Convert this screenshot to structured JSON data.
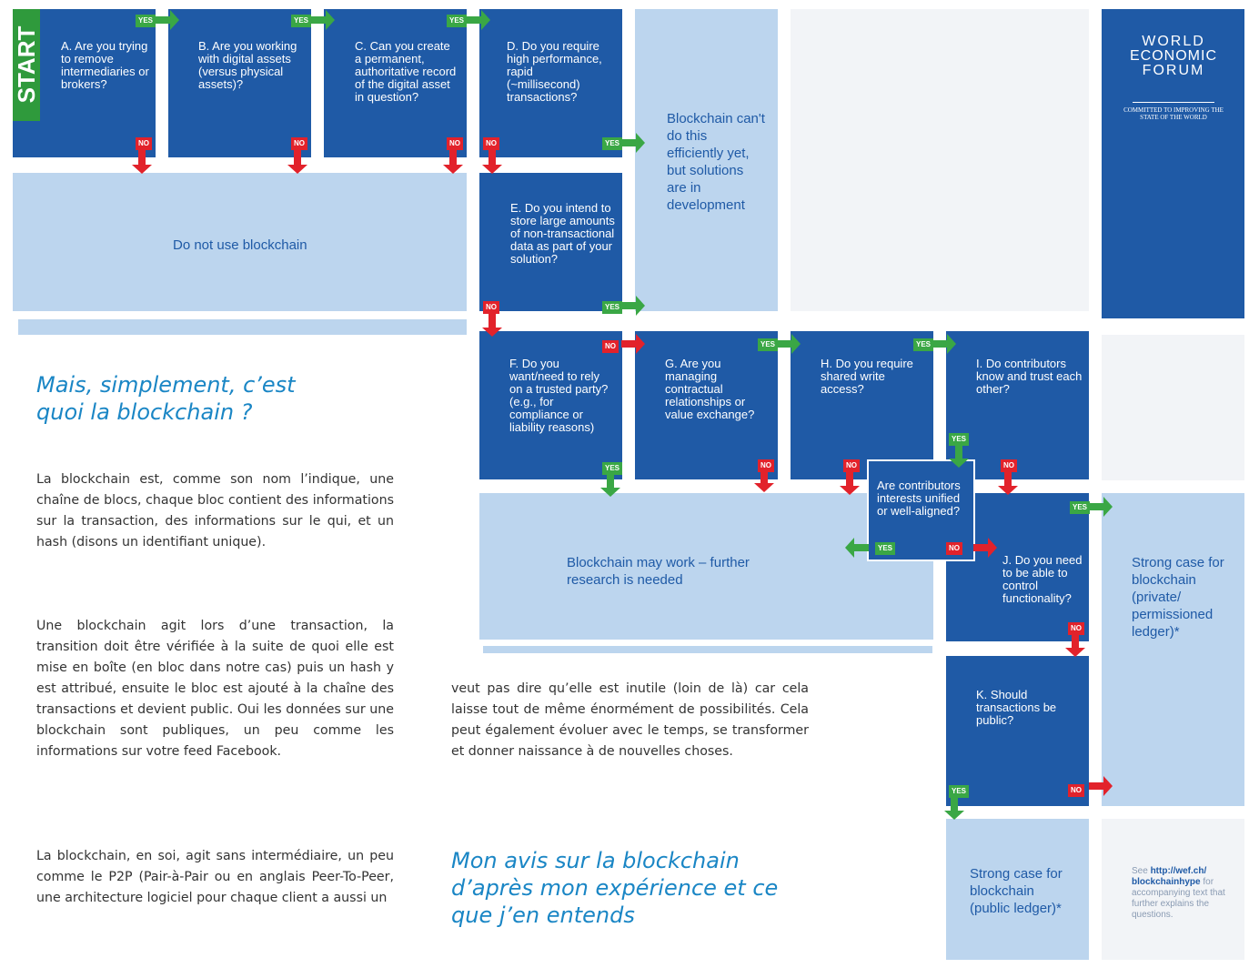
{
  "flowchart": {
    "start_label": "START",
    "yes_label": "YES",
    "no_label": "NO",
    "questions": {
      "A": "A. Are you trying to remove intermediaries or brokers?",
      "B": "B. Are you working with digital assets (versus physical assets)?",
      "C": "C. Can you create a permanent, authoritative record of the digital asset in question?",
      "D": "D. Do you require high performance, rapid (~millisecond) transactions?",
      "E": "E. Do you intend to store large amounts of non-transactional data as part of your solution?",
      "F": "F. Do you want/need to rely on a trusted party? (e.g., for compliance or liability reasons)",
      "G": "G. Are you managing contractual relationships or value exchange?",
      "H": "H. Do you require shared write access?",
      "I": "I. Do contributors know and trust each other?",
      "aligned": "Are contributors interests unified or well-aligned?",
      "J": "J. Do you need to be able to control functionality?",
      "K": "K. Should transactions be public?"
    },
    "results": {
      "do_not_use": "Do not use blockchain",
      "cant_do": "Blockchain can't do this efficiently yet, but solutions are in development",
      "may_work": "Blockchain may work – further research is needed",
      "private": "Strong case for blockchain (private/ permissioned ledger)*",
      "public": "Strong case for blockchain (public ledger)*"
    },
    "footnote": {
      "prefix": "See ",
      "link": "http://wef.ch/ blockchainhype",
      "suffix": " for accompanying text that further explains the questions."
    },
    "logo": {
      "line1": "WORLD",
      "line2": "ECONOMIC",
      "line3": "FORUM",
      "tagline": "COMMITTED TO IMPROVING THE STATE OF THE WORLD"
    },
    "colors": {
      "dark_blue": "#1f5aa6",
      "light_blue": "#bcd5ee",
      "yes_green": "#3aa745",
      "no_red": "#e2222b",
      "start_green": "#2f9a3c"
    }
  },
  "article": {
    "heading1": "Mais, simplement, c’est quoi la blockchain ?",
    "para1": "La blockchain est, comme son nom l’indique, une chaîne de blocs, chaque bloc contient des informations sur la transaction, des informations sur le qui, et un hash (disons un identifiant unique).",
    "para2": "Une blockchain agit lors d’une transaction, la transition doit être vérifiée à la suite de quoi elle est mise en boîte (en bloc dans notre cas) puis un hash y est attribué, ensuite le bloc est ajouté à la chaîne des transactions et devient public. Oui les données sur une blockchain sont publiques, un peu comme les informations sur votre feed Facebook.",
    "para3": "La blockchain, en soi, agit sans intermédiaire, un peu comme le P2P (Pair-à-Pair ou en anglais Peer-To-Peer, une architecture logiciel pour chaque client a aussi un",
    "para4": "veut pas dire qu’elle est inutile (loin de là) car cela laisse tout de même énormément de possibilités. Cela peut également évoluer avec le temps, se transformer et donner naissance à de nouvelles choses.",
    "heading2": "Mon avis sur la blockchain d’après mon expérience et ce que j’en entends"
  }
}
